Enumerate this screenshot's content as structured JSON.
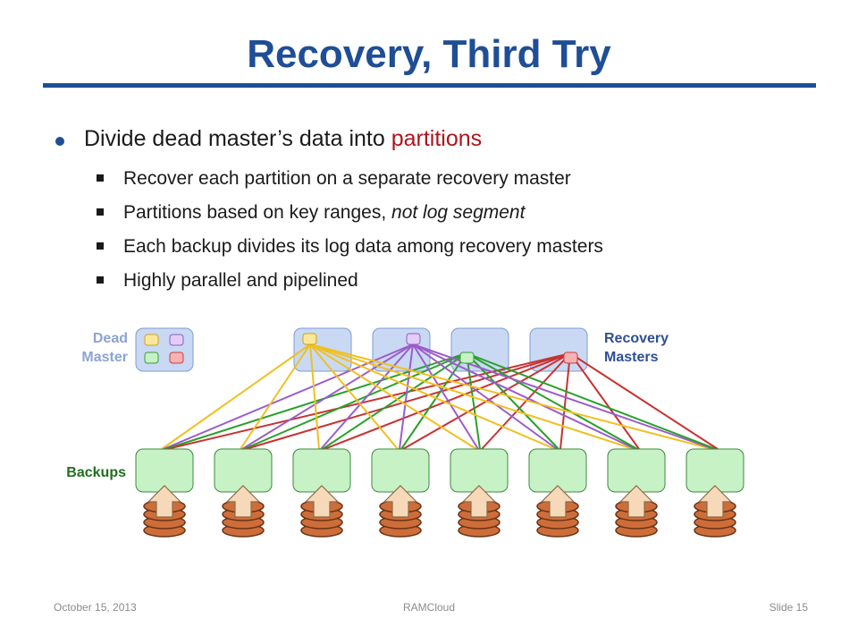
{
  "slide": {
    "title": "Recovery, Third Try",
    "colors": {
      "title": "#1f4e96",
      "highlight": "#b0141c"
    }
  },
  "bullets": {
    "main": {
      "text_before": "Divide dead master’s data into ",
      "highlight": "partitions"
    },
    "sub": [
      {
        "text": "Recover each partition on a separate recovery master",
        "emph": ""
      },
      {
        "text": "Partitions based on key ranges, ",
        "emph": "not log segment"
      },
      {
        "text": "Each backup divides its log data among recovery masters",
        "emph": ""
      },
      {
        "text": "Highly parallel and pipelined",
        "emph": ""
      }
    ]
  },
  "diagram": {
    "dead_master_label": [
      "Dead",
      "Master"
    ],
    "recovery_masters_label": [
      "Recovery",
      "Masters"
    ],
    "backups_label": "Backups",
    "partition_colors": [
      "#f0c020",
      "#9c5ccc",
      "#2aa02a",
      "#c83232"
    ],
    "backup_count": 8
  },
  "footer": {
    "date": "October 15, 2013",
    "center": "RAMCloud",
    "slide": "Slide 15"
  }
}
